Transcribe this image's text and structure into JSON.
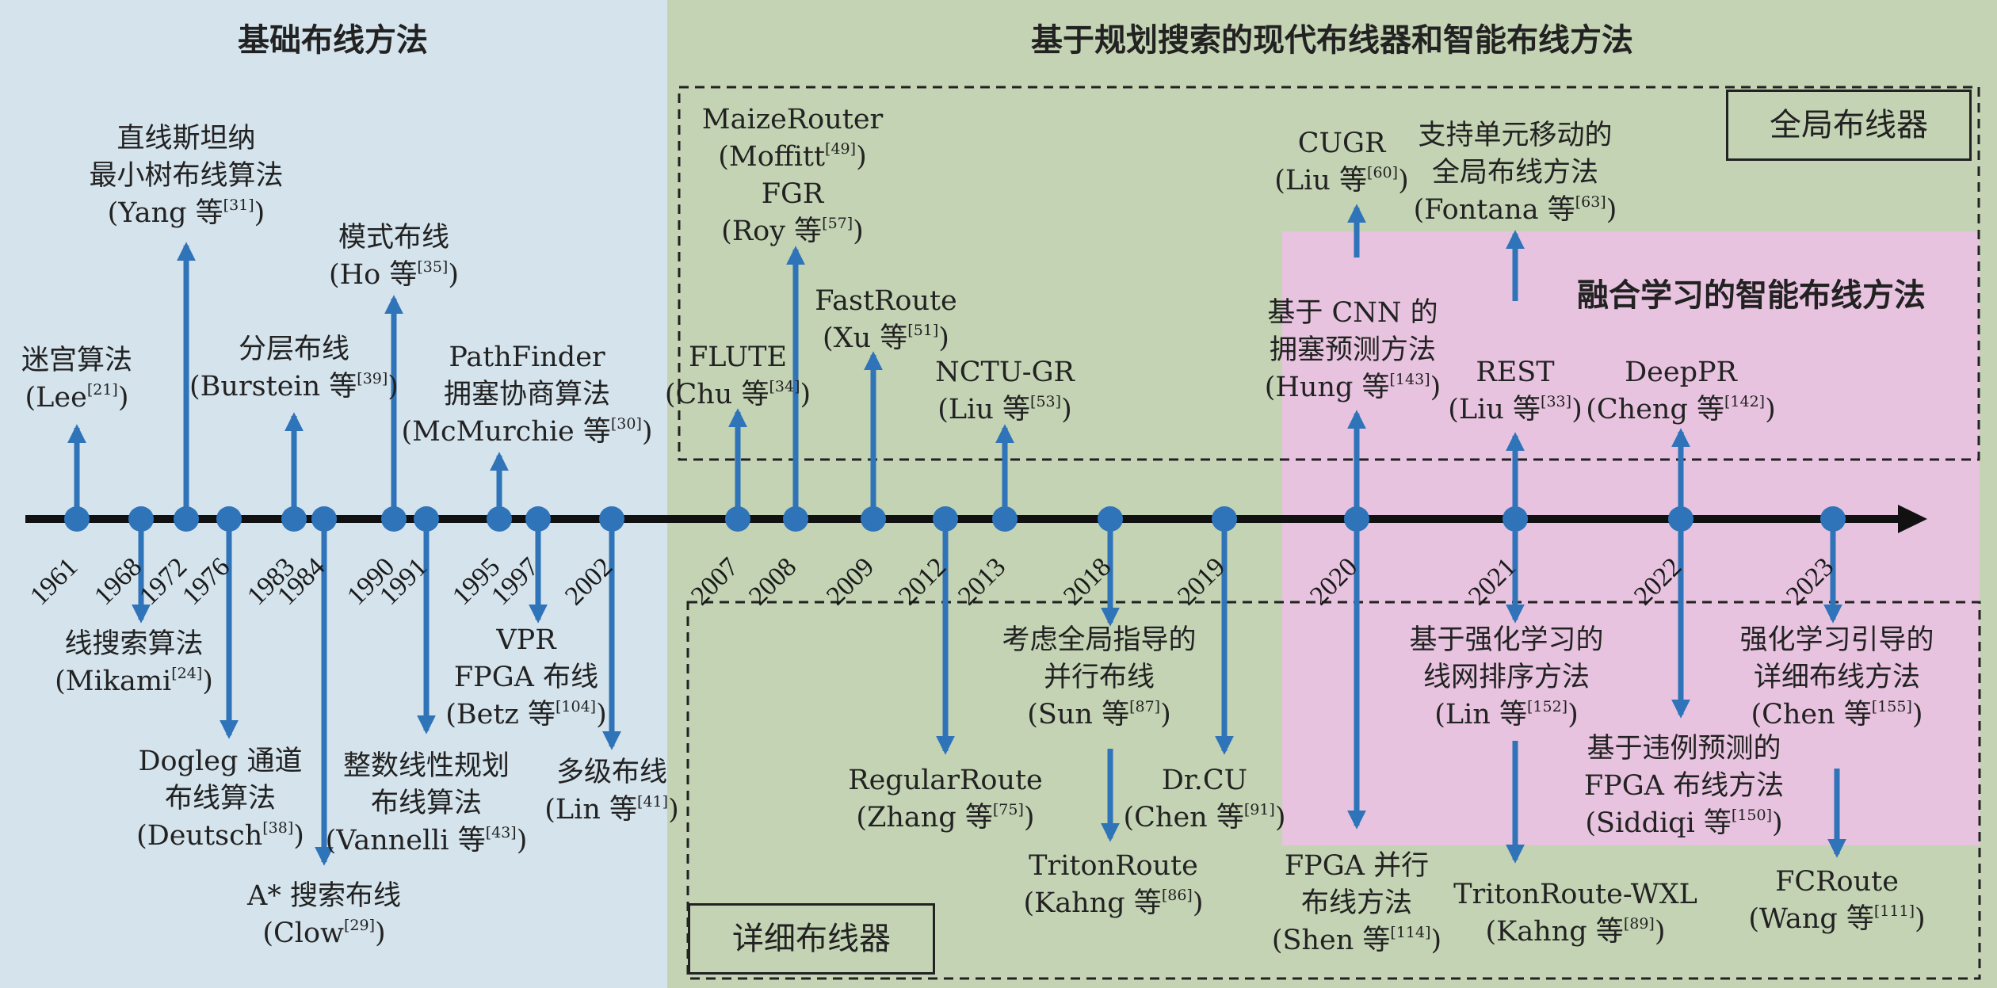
{
  "sections": {
    "basic": "基础布线方法",
    "modern": "基于规划搜索的现代布线器和智能布线方法",
    "learning": "融合学习的智能布线方法",
    "global_router": "全局布线器",
    "detailed_router": "详细布线器"
  },
  "colors": {
    "basic_bg": "#d4e3ec",
    "modern_bg": "#c3d3b3",
    "learning_bg": "#e7c3df",
    "marker": "#2f73b9",
    "timeline": "#111111"
  },
  "years": [
    "1961",
    "1968",
    "1972",
    "1976",
    "1983",
    "1984",
    "1990",
    "1991",
    "1995",
    "1997",
    "2002",
    "2007",
    "2008",
    "2009",
    "2012",
    "2013",
    "2018",
    "2019",
    "2020",
    "2021",
    "2022",
    "2023"
  ],
  "methods_above": [
    {
      "id": "lee",
      "lines": [
        "迷宫算法",
        "(Lee"
      ],
      "ref": "21"
    },
    {
      "id": "yang",
      "lines": [
        "直线斯坦纳",
        "最小树布线算法",
        "(Yang 等"
      ],
      "ref": "31"
    },
    {
      "id": "burstein",
      "lines": [
        "分层布线",
        "(Burstein 等"
      ],
      "ref": "39"
    },
    {
      "id": "ho",
      "lines": [
        "模式布线",
        "(Ho 等"
      ],
      "ref": "35"
    },
    {
      "id": "pathfinder",
      "lines": [
        "PathFinder",
        "拥塞协商算法",
        "(McMurchie 等"
      ],
      "ref": "30"
    },
    {
      "id": "flute",
      "lines": [
        "FLUTE",
        "(Chu 等"
      ],
      "ref": "34"
    },
    {
      "id": "maize",
      "lines": [
        "MaizeRouter",
        "(Moffitt"
      ],
      "ref": "49"
    },
    {
      "id": "fgr",
      "lines": [
        "FGR",
        "(Roy 等"
      ],
      "ref": "57"
    },
    {
      "id": "fastroute",
      "lines": [
        "FastRoute",
        "(Xu 等"
      ],
      "ref": "51"
    },
    {
      "id": "nctu",
      "lines": [
        "NCTU-GR",
        "(Liu 等"
      ],
      "ref": "53"
    },
    {
      "id": "hung",
      "lines": [
        "基于 CNN 的",
        "拥塞预测方法",
        "(Hung 等"
      ],
      "ref": "143"
    },
    {
      "id": "cugr",
      "lines": [
        "CUGR",
        "(Liu 等"
      ],
      "ref": "60"
    },
    {
      "id": "rest",
      "lines": [
        "REST",
        "(Liu 等"
      ],
      "ref": "33"
    },
    {
      "id": "fontana",
      "lines": [
        "支持单元移动的",
        "全局布线方法",
        "(Fontana 等"
      ],
      "ref": "63"
    },
    {
      "id": "deeppr",
      "lines": [
        "DeepPR",
        "(Cheng 等"
      ],
      "ref": "142"
    }
  ],
  "methods_below": [
    {
      "id": "mikami",
      "lines": [
        "线搜索算法",
        "(Mikami"
      ],
      "ref": "24"
    },
    {
      "id": "dogleg",
      "lines": [
        "Dogleg 通道",
        "布线算法",
        "(Deutsch"
      ],
      "ref": "38"
    },
    {
      "id": "astar",
      "lines": [
        "A* 搜索布线",
        "(Clow"
      ],
      "ref": "29"
    },
    {
      "id": "vannelli",
      "lines": [
        "整数线性规划",
        "布线算法",
        "(Vannelli 等"
      ],
      "ref": "43"
    },
    {
      "id": "vpr",
      "lines": [
        "VPR",
        "FPGA 布线",
        "(Betz 等"
      ],
      "ref": "104"
    },
    {
      "id": "multilevel",
      "lines": [
        "多级布线",
        "(Lin 等"
      ],
      "ref": "41"
    },
    {
      "id": "regular",
      "lines": [
        "RegularRoute",
        "(Zhang 等"
      ],
      "ref": "75"
    },
    {
      "id": "sun",
      "lines": [
        "考虑全局指导的",
        "并行布线",
        "(Sun 等"
      ],
      "ref": "87"
    },
    {
      "id": "triton",
      "lines": [
        "TritonRoute",
        "(Kahng 等"
      ],
      "ref": "86"
    },
    {
      "id": "drcu",
      "lines": [
        "Dr.CU",
        "(Chen 等"
      ],
      "ref": "91"
    },
    {
      "id": "shen",
      "lines": [
        "FPGA 并行",
        "布线方法",
        "(Shen 等"
      ],
      "ref": "114"
    },
    {
      "id": "linrl",
      "lines": [
        "基于强化学习的",
        "线网排序方法",
        "(Lin 等"
      ],
      "ref": "152"
    },
    {
      "id": "wxl",
      "lines": [
        "TritonRoute-WXL",
        "(Kahng 等"
      ],
      "ref": "89"
    },
    {
      "id": "siddiqi",
      "lines": [
        "基于违例预测的",
        "FPGA 布线方法",
        "(Siddiqi 等"
      ],
      "ref": "150"
    },
    {
      "id": "chenrl",
      "lines": [
        "强化学习引导的",
        "详细布线方法",
        "(Chen 等"
      ],
      "ref": "155"
    },
    {
      "id": "fcroute",
      "lines": [
        "FCRoute",
        "(Wang 等"
      ],
      "ref": "111"
    }
  ]
}
